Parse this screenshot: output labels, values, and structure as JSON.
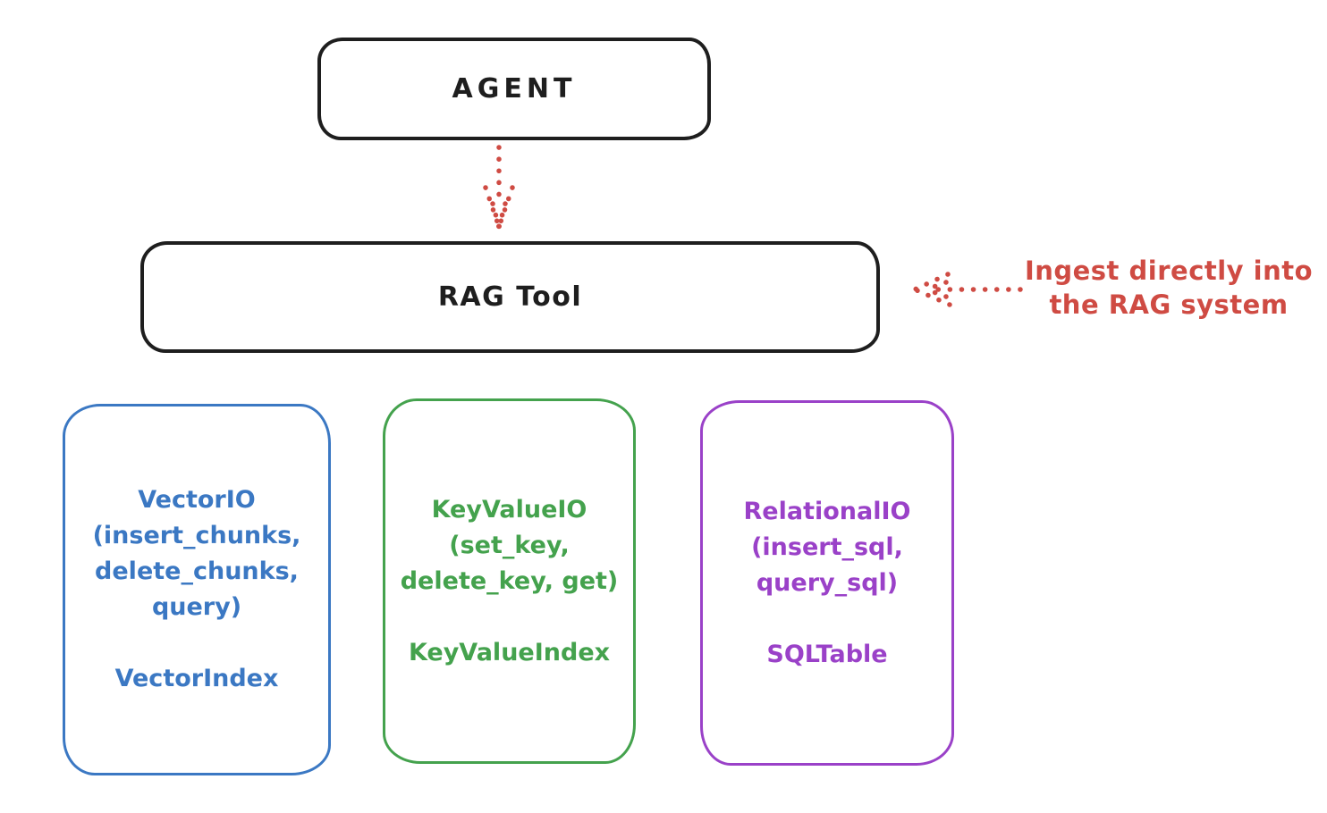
{
  "colors": {
    "ink": "#1e1e1e",
    "accent_red": "#cf4b43",
    "vector_blue": "#3b78c3",
    "keyvalue_green": "#44a24d",
    "relational_purple": "#9a41c8",
    "background": "#ffffff"
  },
  "agent": {
    "label": "AGENT"
  },
  "rag_tool": {
    "label": "RAG Tool"
  },
  "annotation": {
    "text": "Ingest directly into\nthe RAG system"
  },
  "stores": [
    {
      "body": "VectorIO\n(insert_chunks,\ndelete_chunks,\nquery)",
      "index_label": "VectorIndex",
      "color": "#3b78c3"
    },
    {
      "body": "KeyValueIO\n(set_key,\ndelete_key, get)",
      "index_label": "KeyValueIndex",
      "color": "#44a24d"
    },
    {
      "body": "RelationalIO\n(insert_sql,\nquery_sql)",
      "index_label": "SQLTable",
      "color": "#9a41c8"
    }
  ]
}
